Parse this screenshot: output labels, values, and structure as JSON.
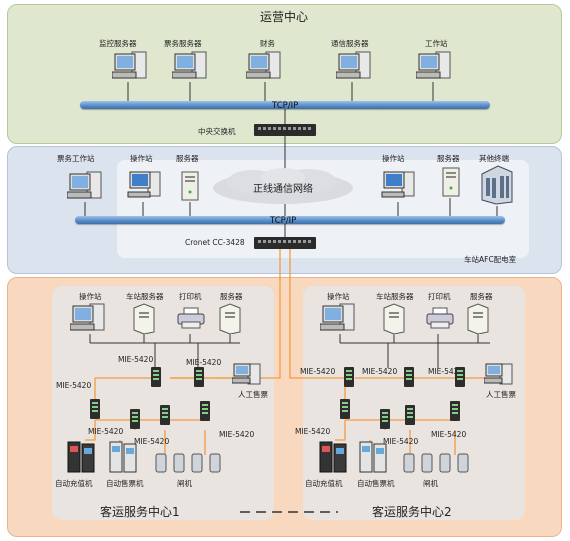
{
  "zones": {
    "ops_center": "运营中心",
    "afc_room": "车站AFC配电室",
    "service_center_1": "客运服务中心1",
    "service_center_2": "客运服务中心2"
  },
  "ops": {
    "monitor_server": "监控服务器",
    "ticket_server": "票务服务器",
    "finance": "财务",
    "comm_server": "通信服务器",
    "workstation": "工作站",
    "bus": "TCP/IP",
    "central_switch": "中央交换机"
  },
  "mid": {
    "ticket_workstation": "票务工作站",
    "operator_station_left": "操作站",
    "server_left": "服务器",
    "network_cloud": "正线通信网络",
    "operator_station_right": "操作站",
    "server_right": "服务器",
    "other_terminal": "其他终端",
    "bus": "TCP/IP",
    "switch_label": "Cronet CC-3428"
  },
  "sc1": {
    "operator_station": "操作站",
    "station_server": "车站服务器",
    "printer": "打印机",
    "server": "服务器",
    "mie_a": "MIE-5420",
    "mie_b": "MIE-5420",
    "mie_c": "MIE-5420",
    "mie_d": "MIE-5420",
    "mie_e": "MIE-5420",
    "mie_f": "MIE-5420",
    "manual_ticket": "人工售票",
    "auto_recharge": "自动充值机",
    "auto_ticket": "自动售票机",
    "gate": "闸机"
  },
  "sc2": {
    "operator_station": "操作站",
    "station_server": "车站服务器",
    "printer": "打印机",
    "server": "服务器",
    "mie_a": "MIE-5420",
    "mie_b": "MIE-5420",
    "mie_c": "MIE-5420",
    "mie_d": "MIE-5420",
    "mie_e": "MIE-5420",
    "manual_ticket": "人工售票",
    "auto_recharge": "自动充值机",
    "auto_ticket": "自动售票机",
    "gate": "闸机"
  },
  "colors": {
    "ops_bg": "#dfe8cf",
    "mid_bg": "#dbe3ef",
    "svc_bg": "#f8d9c0",
    "inner_bg": "#eae4e1",
    "bus": "#5b8fc9",
    "orange_wire": "#f59a3c"
  }
}
